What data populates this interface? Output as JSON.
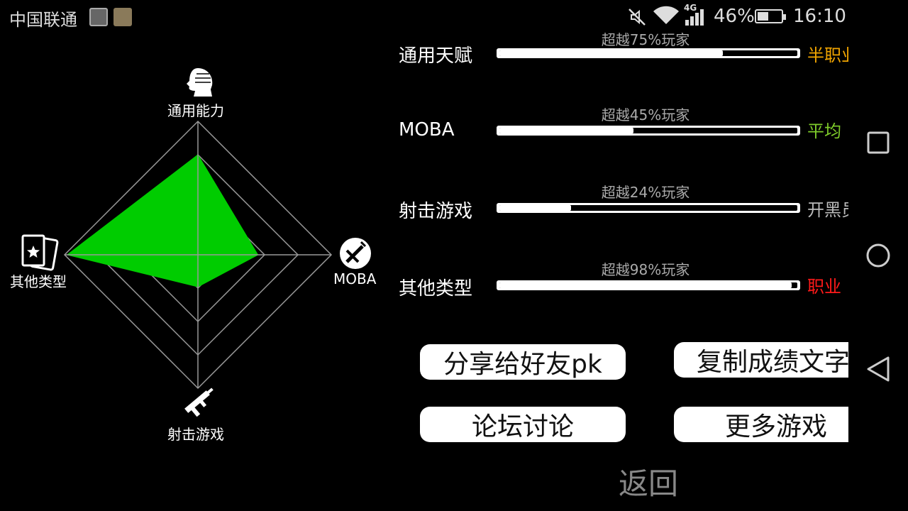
{
  "status_bar": {
    "carrier": "中国联通",
    "network": "4G",
    "battery_percent": "46%",
    "battery_level": 0.46,
    "time": "16:10"
  },
  "radar": {
    "axes": [
      {
        "label": "通用能力",
        "value": 0.75,
        "icon": "head-profile-icon"
      },
      {
        "label": "MOBA",
        "value": 0.45,
        "icon": "crossed-swords-icon"
      },
      {
        "label": "射击游戏",
        "value": 0.24,
        "icon": "rifle-icon"
      },
      {
        "label": "其他类型",
        "value": 0.98,
        "icon": "card-star-icon"
      }
    ],
    "fill_color": "#00cc00",
    "grid_levels": 4
  },
  "scores": [
    {
      "label": "通用天赋",
      "note": "超越75%玩家",
      "percent": 75,
      "rank": "半职业",
      "rank_color": "#f0a400"
    },
    {
      "label": "MOBA",
      "note": "超越45%玩家",
      "percent": 45,
      "rank": "平均",
      "rank_color": "#7ecb2a"
    },
    {
      "label": "射击游戏",
      "note": "超越24%玩家",
      "percent": 24,
      "rank": "开黑员",
      "rank_color": "#bbbbbb"
    },
    {
      "label": "其他类型",
      "note": "超越98%玩家",
      "percent": 98,
      "rank": "职业",
      "rank_color": "#ff1a1a"
    }
  ],
  "buttons": {
    "share": "分享给好友pk",
    "copy": "复制成绩文字",
    "forum": "论坛讨论",
    "more_games": "更多游戏",
    "back": "返回"
  }
}
